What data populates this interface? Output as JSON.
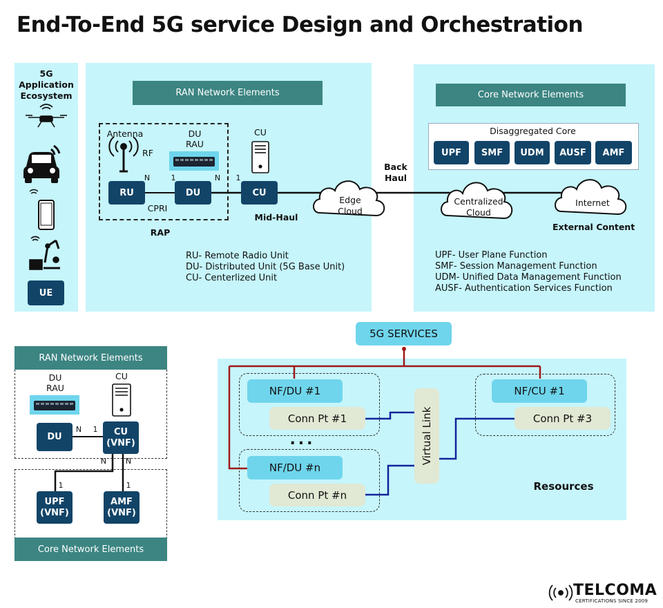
{
  "title": "End-To-End 5G service Design and Orchestration",
  "ecosystem": {
    "heading_lines": [
      "5G",
      "Application",
      "Ecosystem"
    ],
    "icons": [
      "drone-icon",
      "car-icon",
      "smartphone-icon",
      "robot-arm-icon"
    ],
    "ue_label": "UE"
  },
  "ran": {
    "header": "RAN Network Elements",
    "antenna_label": "Antenna",
    "rf_label": "RF",
    "du_top_label": "DU",
    "rau_label": "RAU",
    "cu_top_label": "CU",
    "n1": "N",
    "n2": "1",
    "n3": "N",
    "n4": "1",
    "ru": "RU",
    "du": "DU",
    "cu": "CU",
    "cpri": "CPRI",
    "rap": "RAP",
    "midhaul": "Mid-Haul",
    "legend": [
      "RU- Remote Radio Unit",
      "DU- Distributed Unit (5G Base Unit)",
      "CU- Centerlized Unit"
    ]
  },
  "links": {
    "backhaul_line1": "Back",
    "backhaul_line2": "Haul",
    "edge_cloud_line1": "Edge",
    "edge_cloud_line2": "Cloud",
    "central_cloud_line1": "Centralized",
    "central_cloud_line2": "Cloud",
    "internet": "Internet",
    "external": "External Content"
  },
  "core": {
    "header": "Core Network Elements",
    "disaggregated": "Disaggregated Core",
    "functions": [
      "UPF",
      "SMF",
      "UDM",
      "AUSF",
      "AMF"
    ],
    "legend": [
      "UPF- User Plane Function",
      "SMF- Session Management Function",
      "UDM- Unified Data Management Function",
      "AUSF- Authentication Services Function"
    ]
  },
  "vnf": {
    "ran_header": "RAN Network Elements",
    "core_header": "Core Network Elements",
    "du_top": "DU",
    "rau": "RAU",
    "cu_top": "CU",
    "du": "DU",
    "cu_line1": "CU",
    "cu_line2": "(VNF)",
    "upf_line1": "UPF",
    "upf_line2": "(VNF)",
    "amf_line1": "AMF",
    "amf_line2": "(VNF)",
    "n_left": "N",
    "one_left": "1",
    "n_a": "N",
    "n_b": "N",
    "one_a": "1",
    "one_b": "1"
  },
  "services": {
    "title": "5G SERVICES",
    "nf_du1": "NF/DU #1",
    "cp1": "Conn Pt #1",
    "dots": "...",
    "nf_dun": "NF/DU #n",
    "cpn": "Conn Pt #n",
    "virtual_link": "Virtual Link",
    "nf_cu1": "NF/CU #1",
    "cp3": "Conn Pt #3",
    "resources": "Resources"
  },
  "brand": {
    "name": "TELCOMA",
    "tagline": "CERTIFICATIONS SINCE 2009"
  },
  "colors": {
    "panel": "#c6f5fb",
    "teal_header": "#3c8582",
    "navy_box": "#124468",
    "nf_box": "#6fd5ec",
    "conn_box": "#e1e8d3",
    "red_line": "#a01818",
    "blue_line": "#12239a"
  }
}
